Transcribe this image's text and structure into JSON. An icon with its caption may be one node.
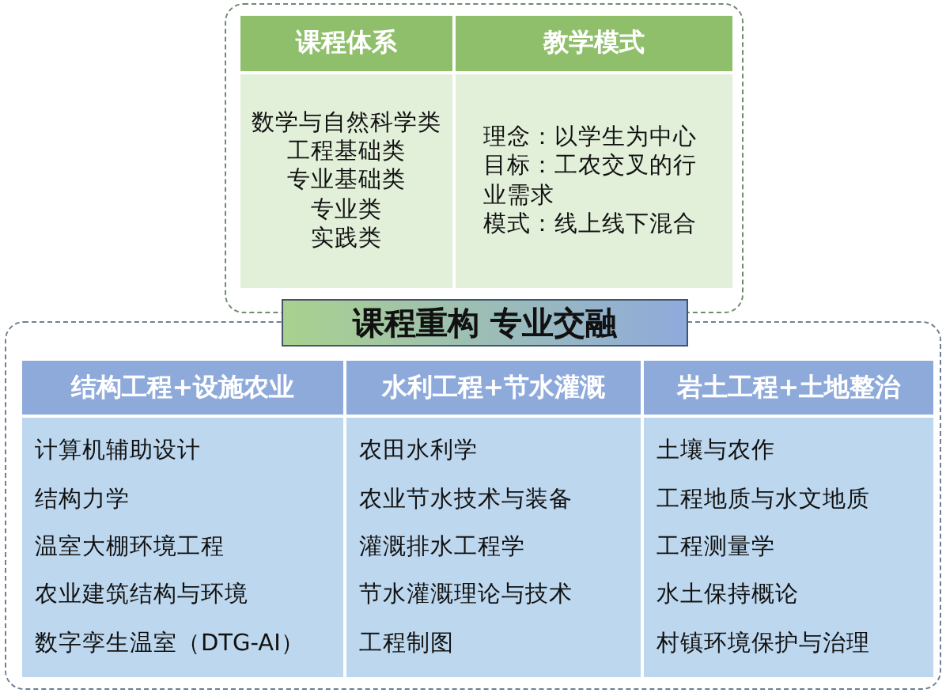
{
  "diagram": {
    "nodes": [
      {
        "text": [],
        "shape": "box"
      },
      {
        "text": [
          "课程体系"
        ],
        "in": 0
      },
      {
        "text": [
          "数学与自然科学类",
          "工程基础类",
          "专业基础类",
          "专业类",
          "实践类"
        ],
        "in": 0
      },
      {
        "text": [
          "教学模式"
        ],
        "in": 0
      },
      {
        "text": [
          "理念：以学生为中心",
          "目标：工农交叉的行业需求",
          "模式：线上线下混合"
        ],
        "in": 0
      },
      {
        "text": [
          "课程重构 专业交融"
        ]
      },
      {
        "text": [],
        "shape": "box"
      },
      {
        "text": [
          "结构工程+设施农业"
        ],
        "in": 6
      },
      {
        "text": [
          "水利工程+节水灌溉"
        ],
        "in": 6
      },
      {
        "text": [
          "岩土工程+土地整治"
        ],
        "in": 6
      },
      {
        "text": [
          "计算机辅助设计",
          "结构力学",
          "温室大棚环境工程",
          "农业建筑结构与环境",
          "数字孪生温室（DTG-AI）"
        ],
        "in": 6
      },
      {
        "text": [
          "农田水利学",
          "农业节水技术与装备",
          "灌溉排水工程学",
          "节水灌溉理论与技术",
          "工程制图"
        ],
        "in": 6
      },
      {
        "text": [
          "土壤与农作",
          "工程地质与水文地质",
          "工程测量学",
          "水土保持概论",
          "村镇环境保护与治理"
        ],
        "in": 6
      }
    ]
  }
}
